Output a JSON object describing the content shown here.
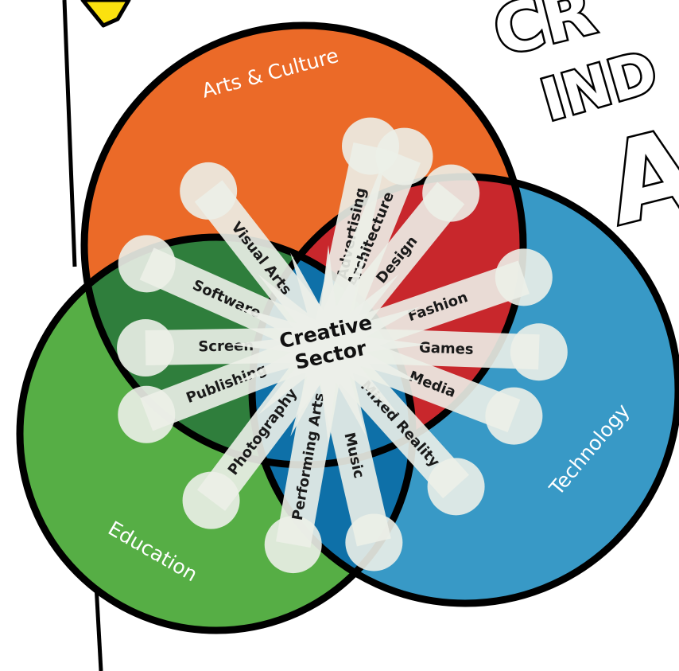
{
  "diagram": {
    "center": {
      "lines": [
        "Creative",
        "Sector"
      ]
    },
    "circles": [
      {
        "id": "arts",
        "label": "Arts & Culture",
        "color": "#EB6A28"
      },
      {
        "id": "education",
        "label": "Education",
        "color": "#56AE45"
      },
      {
        "id": "technology",
        "label": "Technology",
        "color": "#3899C6"
      }
    ],
    "overlap_colors": {
      "arts_technology": "#C8272C",
      "arts_education": "#2F7E3C",
      "education_technology": "#0E70A8"
    },
    "spokes": [
      {
        "label": "Advertising"
      },
      {
        "label": "Architecture"
      },
      {
        "label": "Design"
      },
      {
        "label": "Fashion"
      },
      {
        "label": "Games"
      },
      {
        "label": "Media"
      },
      {
        "label": "Mixed Reality"
      },
      {
        "label": "Music"
      },
      {
        "label": "Performing Arts"
      },
      {
        "label": "Photography"
      },
      {
        "label": "Publishing"
      },
      {
        "label": "Screen"
      },
      {
        "label": "Software"
      },
      {
        "label": "Visual Arts"
      }
    ],
    "spoke_color": "#ECEFE8"
  },
  "headline_fragment": {
    "lines": [
      "CR",
      "IND",
      "A"
    ]
  }
}
